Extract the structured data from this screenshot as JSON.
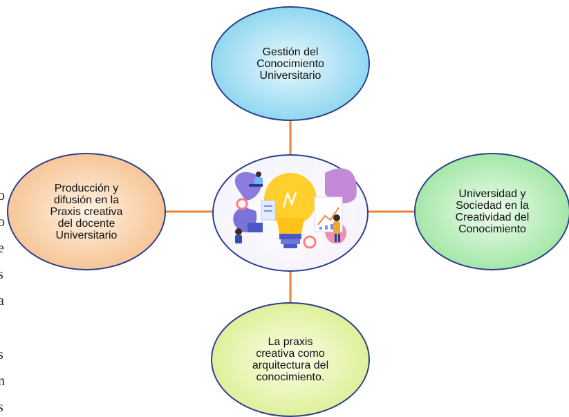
{
  "diagram": {
    "nodes": {
      "top": {
        "label": "Gestión del\nConocimiento\nUniversitario"
      },
      "left": {
        "label": "Producción y\ndifusión en la\nPraxis creativa\ndel docente\nUniversitario"
      },
      "right": {
        "label": "Universidad y\nSociedad en la\nCreatividad del\nConocimiento"
      },
      "bottom": {
        "label": "La praxis\ncreativa como\narquitectura del\nconocimiento."
      }
    },
    "center_image": {
      "icon": "creativity-lightbulb-illustration-icon"
    },
    "colors": {
      "connector": "#e8843a",
      "top_fill": "#8fd8f0",
      "left_fill": "#f7c99c",
      "right_fill": "#a6e8a8",
      "bottom_fill": "#dff09a",
      "outline": "#2b3f8c"
    },
    "edge_letters": [
      "o",
      "o",
      "e",
      "s",
      "a",
      "s",
      "n",
      "s"
    ]
  }
}
